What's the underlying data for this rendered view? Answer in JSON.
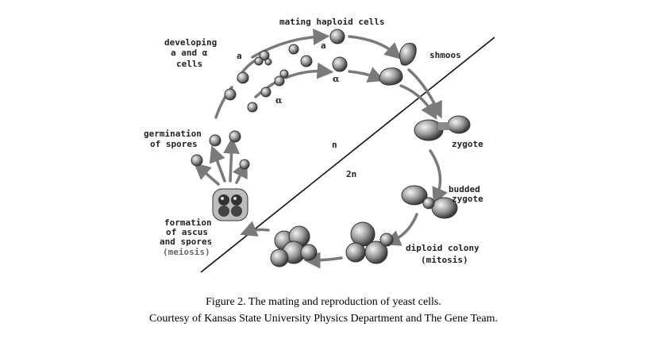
{
  "diagram": {
    "labels": {
      "mating_haploid": "mating haploid cells",
      "developing_1": "developing",
      "developing_2": "a and α",
      "developing_3": "cells",
      "shmoos": "shmoos",
      "zygote": "zygote",
      "budded_1": "budded",
      "budded_2": "zygote",
      "diploid_1": "diploid colony",
      "diploid_2": "(mitosis)",
      "formation_1": "formation",
      "formation_2": "of ascus",
      "formation_3": "and spores",
      "formation_4": "(meiosis)",
      "germination_1": "germination",
      "germination_2": "of spores",
      "n": "n",
      "two_n": "2n",
      "a_upper": "a",
      "a_top": "a",
      "alpha_inner": "α",
      "alpha_lower": "α"
    }
  },
  "caption": {
    "line1": "Figure 2.  The mating and reproduction of yeast cells.",
    "line2": "Courtesy of Kansas State University Physics Department and The Gene Team."
  }
}
